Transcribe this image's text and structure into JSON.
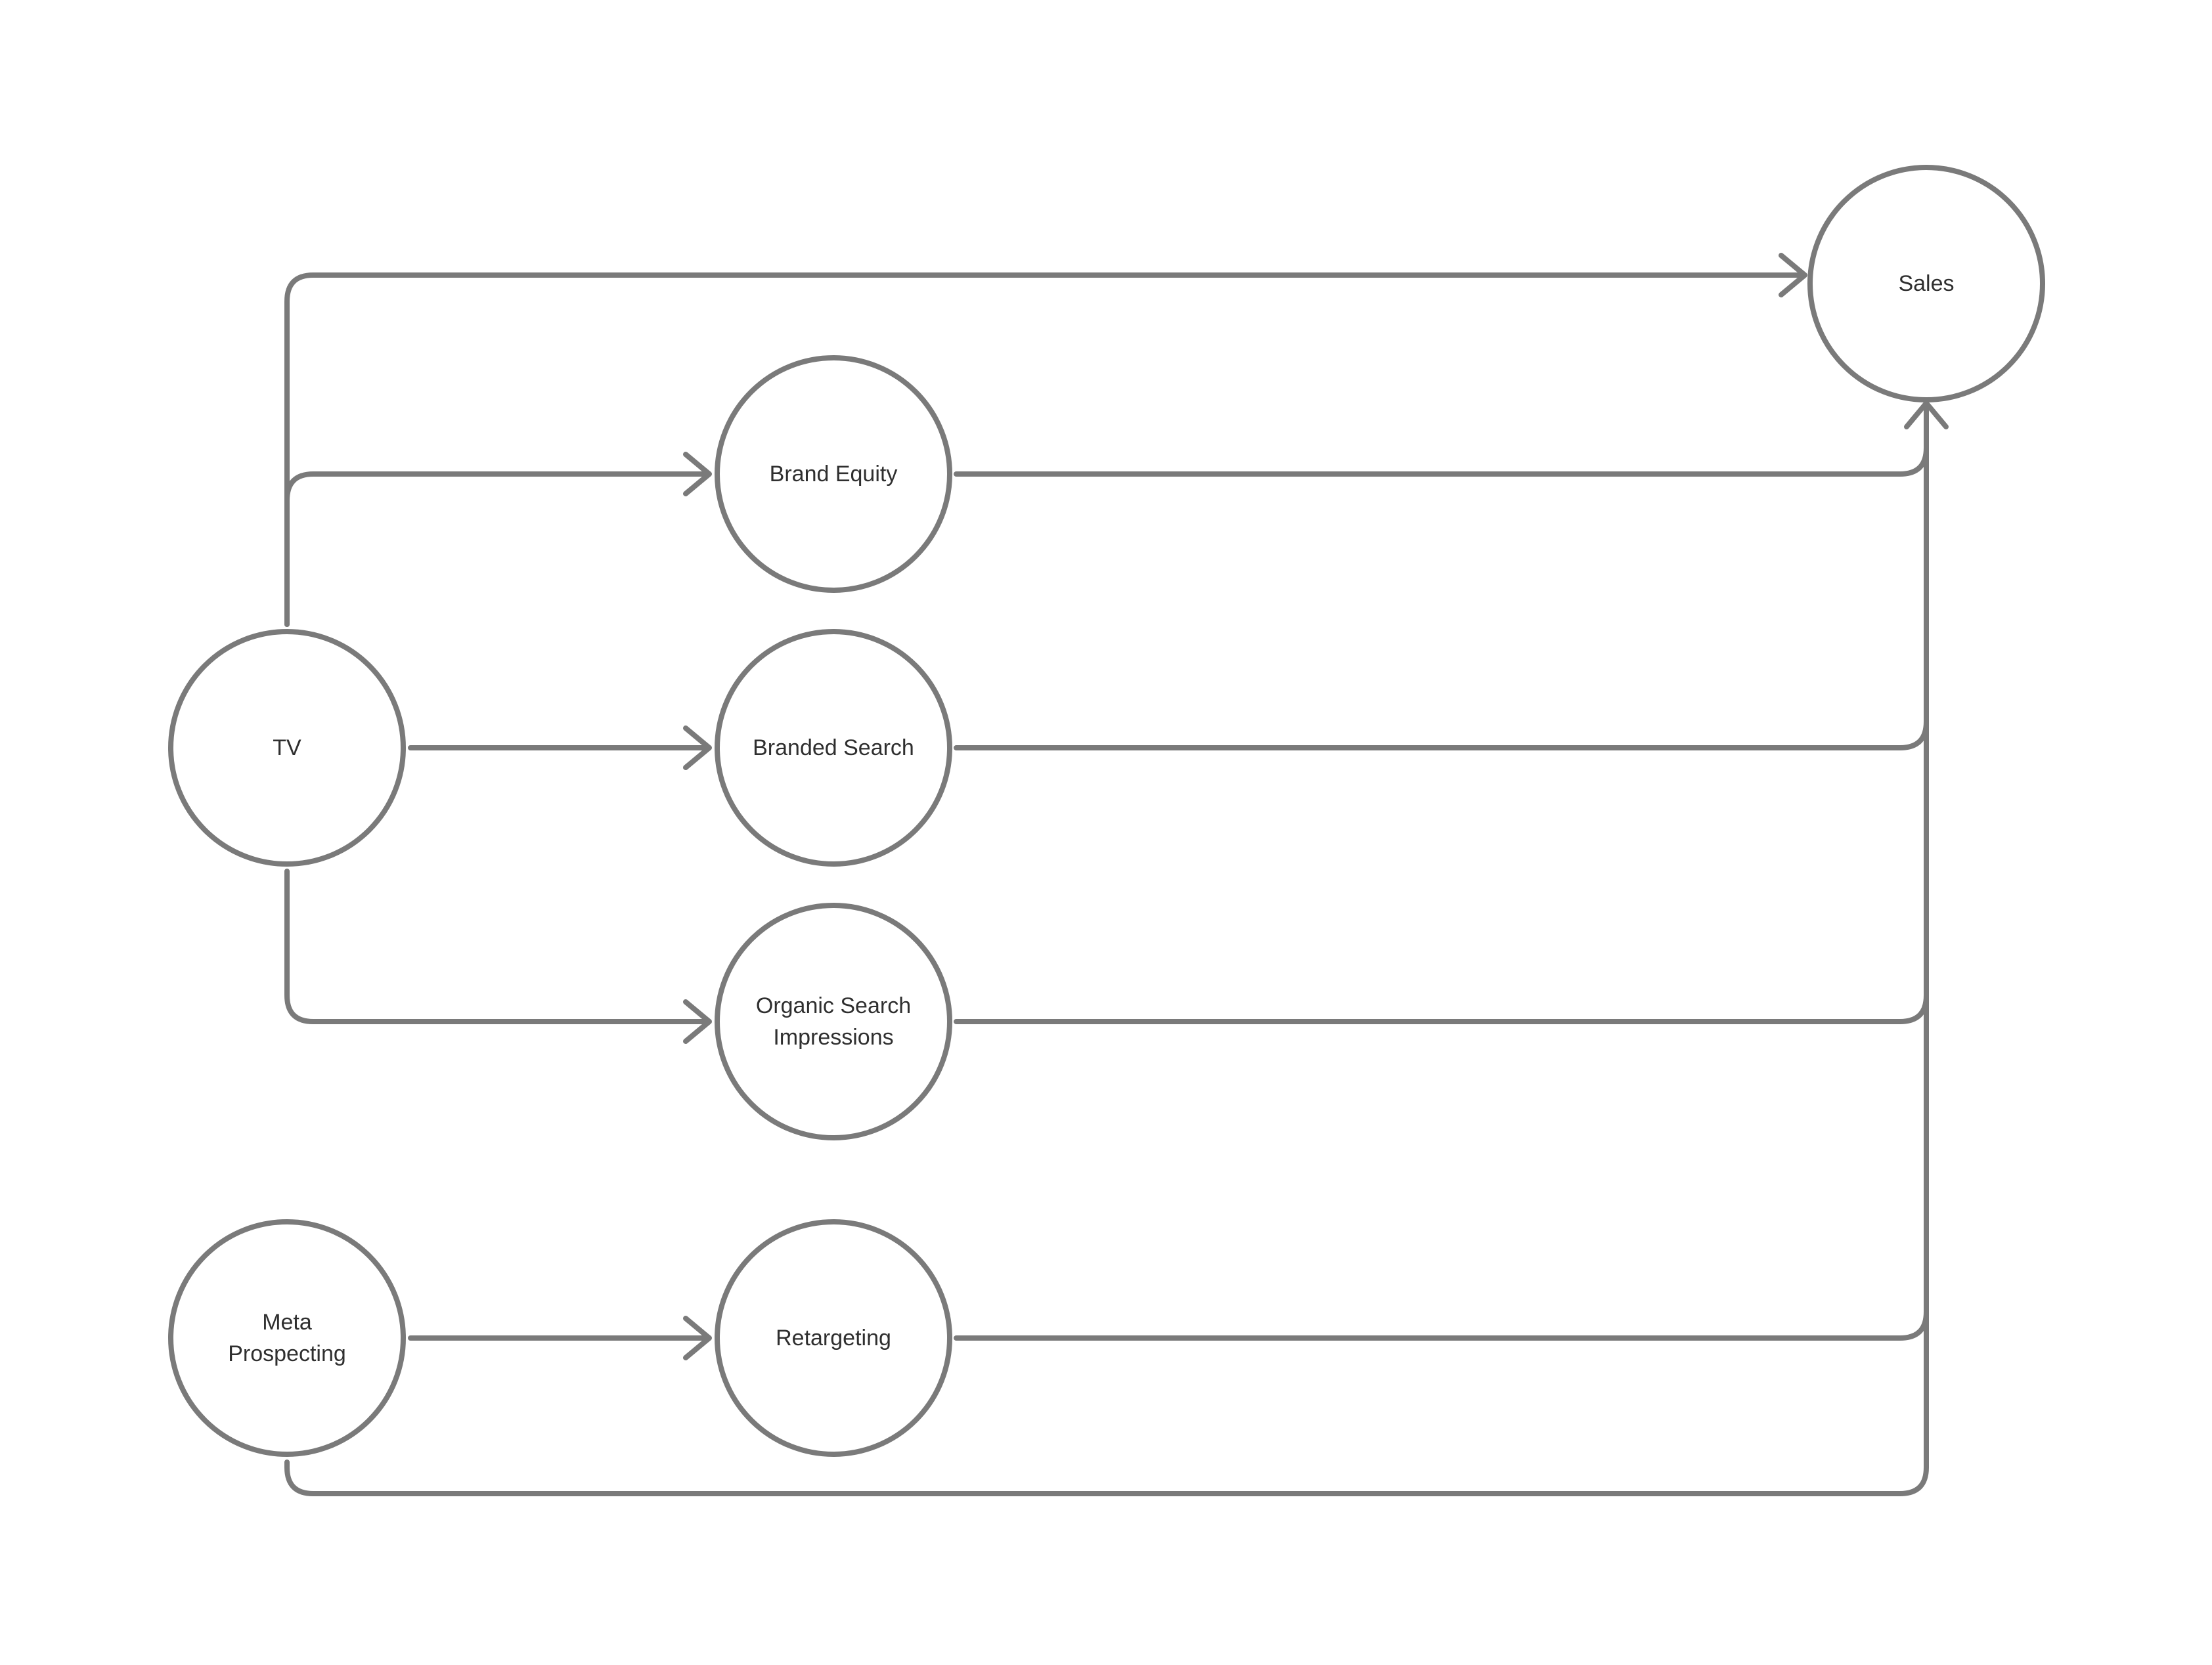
{
  "diagram": {
    "background_color": "#ffffff",
    "line_color": "#7a7a7a",
    "text_color": "#2f2f2f",
    "nodes": [
      {
        "id": "tv",
        "label": "TV",
        "label_lines": [
          "TV"
        ]
      },
      {
        "id": "brand_equity",
        "label": "Brand Equity",
        "label_lines": [
          "Brand Equity"
        ]
      },
      {
        "id": "branded_search",
        "label": "Branded Search",
        "label_lines": [
          "Branded Search"
        ]
      },
      {
        "id": "organic_search_impressions",
        "label": "Organic Search Impressions",
        "label_lines": [
          "Organic Search",
          "Impressions"
        ]
      },
      {
        "id": "meta_prospecting",
        "label": "Meta Prospecting",
        "label_lines": [
          "Meta",
          "Prospecting"
        ]
      },
      {
        "id": "retargeting",
        "label": "Retargeting",
        "label_lines": [
          "Retargeting"
        ]
      },
      {
        "id": "sales",
        "label": "Sales",
        "label_lines": [
          "Sales"
        ]
      }
    ],
    "edges": [
      {
        "from": "TV",
        "to": "Sales"
      },
      {
        "from": "TV",
        "to": "Brand Equity"
      },
      {
        "from": "TV",
        "to": "Branded Search"
      },
      {
        "from": "TV",
        "to": "Organic Search Impressions"
      },
      {
        "from": "Brand Equity",
        "to": "Sales"
      },
      {
        "from": "Branded Search",
        "to": "Sales"
      },
      {
        "from": "Organic Search Impressions",
        "to": "Sales"
      },
      {
        "from": "Meta Prospecting",
        "to": "Retargeting"
      },
      {
        "from": "Meta Prospecting",
        "to": "Sales"
      },
      {
        "from": "Retargeting",
        "to": "Sales"
      }
    ]
  }
}
